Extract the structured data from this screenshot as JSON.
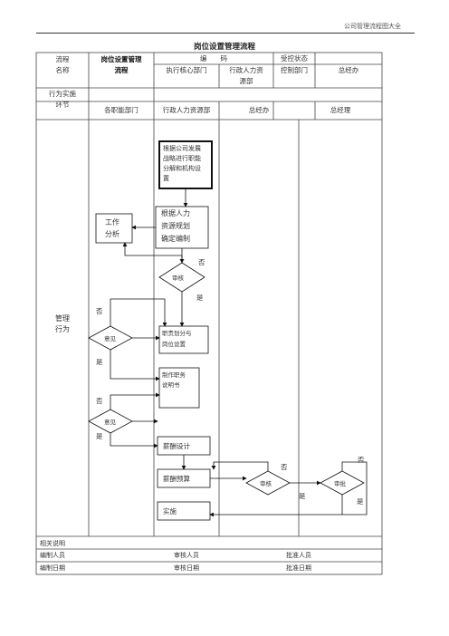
{
  "page_header": "公司管理流程图大全",
  "title": "岗位设置管理流程",
  "header": {
    "flow_name_label": [
      "流程",
      "名称"
    ],
    "flow_name_value": [
      "岗位设置管理",
      "流程"
    ],
    "compile_label": "编　　码",
    "status_label": "受控状态",
    "exec_dept": "执行核心部门",
    "admin_hr": [
      "行政人力资",
      "源部"
    ],
    "control_dept": "控制部门",
    "control_value": "总经办"
  },
  "lanes": {
    "stage_label": [
      "行为实施",
      "环节"
    ],
    "lane1": "各职能部门",
    "lane2": "行政人力资源部",
    "lane3": "总经办",
    "lane4": "总经理"
  },
  "side_label": [
    "管理",
    "行为"
  ],
  "nodes": {
    "start": [
      "根据公司发展",
      "战略进行职能",
      "分解和机构设",
      "置"
    ],
    "budget": [
      "根据人力",
      "资源规划",
      "确定编制"
    ],
    "analysis": [
      "工作",
      "分析"
    ],
    "review1": "审核",
    "opinion1": "意见",
    "assign": [
      "职责划分与",
      "岗位设置"
    ],
    "desc": [
      "制作职务",
      "说明书"
    ],
    "opinion2": "意见",
    "salary": "薪酬设计",
    "salary_budget": "薪酬预算",
    "review2": "审核",
    "approve": "审批",
    "implement": "实施"
  },
  "edge_labels": {
    "no1": "否",
    "yes1": "是",
    "no2": "否",
    "yes2": "是",
    "no3": "否",
    "yes3": "是",
    "no4": "否",
    "yes4": "是",
    "no5": "否",
    "yes5": "是"
  },
  "footer": {
    "notes": "相关说明",
    "compiler": "编制人员",
    "reviewer": "审核人员",
    "approver": "批准人员",
    "compile_date": "编制日期",
    "review_date": "审核日期",
    "approve_date": "批准日期"
  }
}
